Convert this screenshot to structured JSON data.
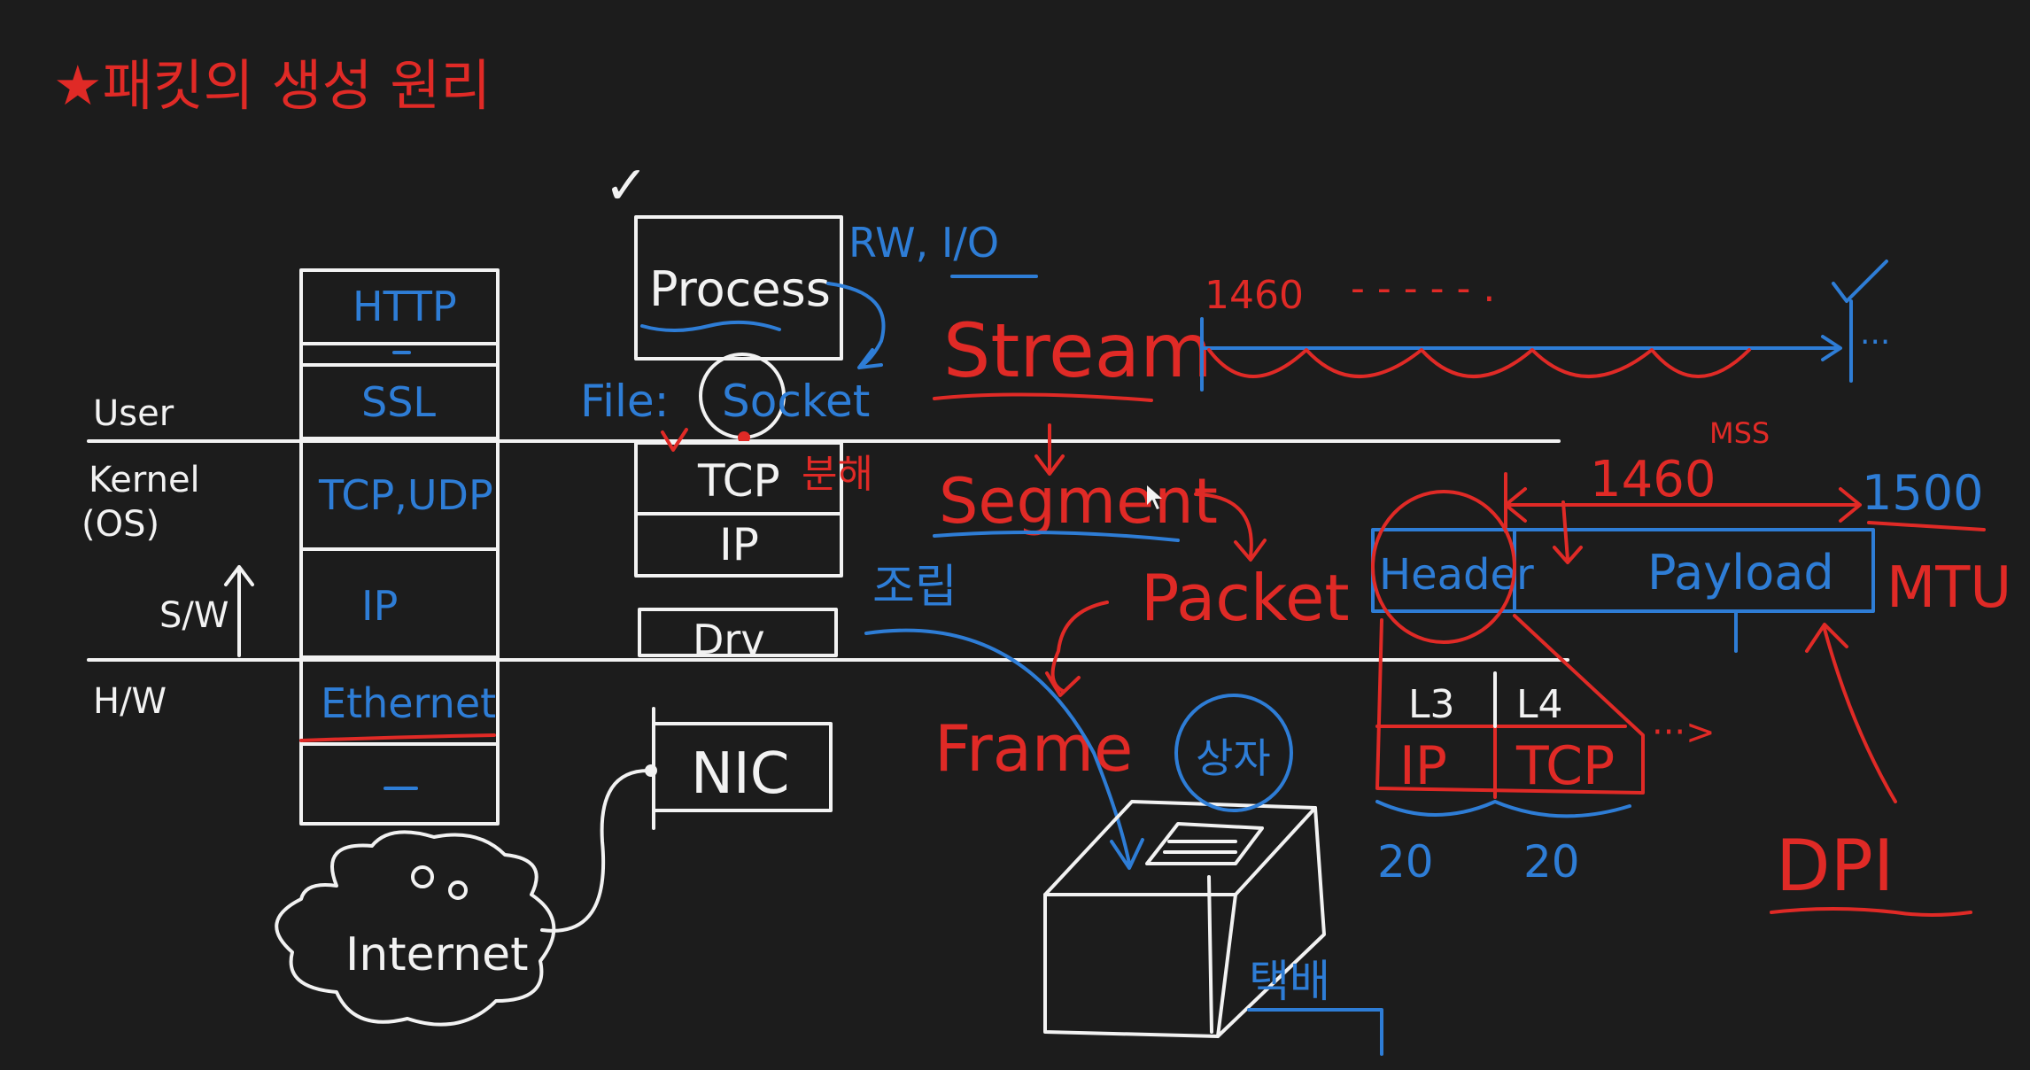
{
  "title": "★패킷의 생성 원리",
  "layers": {
    "user": "User",
    "kernel": "Kernel",
    "os": "(OS)",
    "sw": "S/W",
    "hw": "H/W"
  },
  "stack": [
    "HTTP",
    "SSL",
    "TCP,UDP",
    "IP",
    "Ethernet"
  ],
  "process_box": {
    "process": "Process",
    "file": "File:",
    "socket": "Socket",
    "tcp": "TCP",
    "ip": "IP",
    "drv": "Drv",
    "nic": "NIC",
    "rw_io": "RW, I/O",
    "check": "✓"
  },
  "internet": "Internet",
  "flow": {
    "stream": "Stream",
    "segment": "Segment",
    "packet": "Packet",
    "frame": "Frame",
    "bunhae": "분해",
    "jogeon": "조립",
    "taekbae": "택배",
    "sangja": "상자"
  },
  "stream_ruler": {
    "size": "1460",
    "dots": "- - - - - .",
    "tail": "···"
  },
  "packet_struct": {
    "mss_size": "1460",
    "mss_label": "MSS",
    "mtu_size": "1500",
    "mtu_label": "MTU",
    "header": "Header",
    "payload": "Payload",
    "l3": "L3",
    "l4": "L4",
    "ip": "IP",
    "tcp": "TCP",
    "ip_size": "20",
    "tcp_size": "20",
    "more": "···>",
    "dpi": "DPI"
  }
}
